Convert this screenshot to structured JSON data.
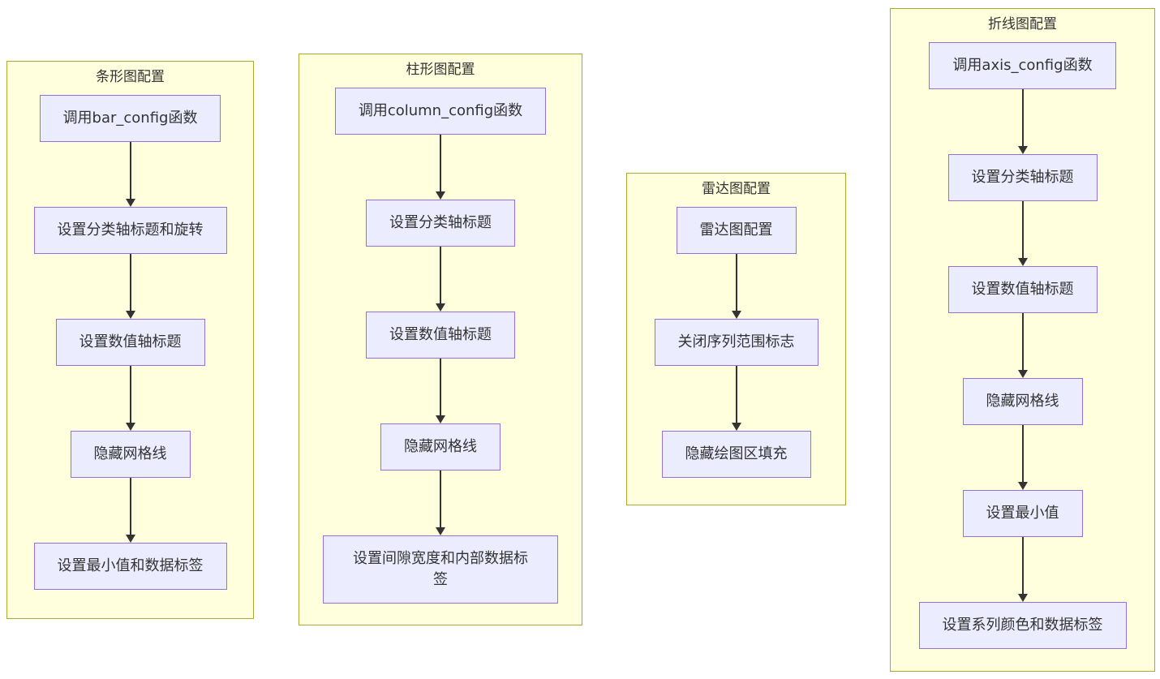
{
  "diagram": {
    "type": "flowchart",
    "direction": "top-down",
    "groups": [
      {
        "id": "bar-config",
        "title": "条形图配置",
        "nodes": [
          "调用bar_config函数",
          "设置分类轴标题和旋转",
          "设置数值轴标题",
          "隐藏网格线",
          "设置最小值和数据标签"
        ],
        "edges": [
          [
            0,
            1
          ],
          [
            1,
            2
          ],
          [
            2,
            3
          ],
          [
            3,
            4
          ]
        ]
      },
      {
        "id": "column-config",
        "title": "柱形图配置",
        "nodes": [
          "调用column_config函数",
          "设置分类轴标题",
          "设置数值轴标题",
          "隐藏网格线",
          "设置间隙宽度和内部数据标签"
        ],
        "edges": [
          [
            0,
            1
          ],
          [
            1,
            2
          ],
          [
            2,
            3
          ],
          [
            3,
            4
          ]
        ]
      },
      {
        "id": "radar-config",
        "title": "雷达图配置",
        "nodes": [
          "雷达图配置",
          "关闭序列范围标志",
          "隐藏绘图区填充"
        ],
        "edges": [
          [
            0,
            1
          ],
          [
            1,
            2
          ]
        ]
      },
      {
        "id": "line-config",
        "title": "折线图配置",
        "nodes": [
          "调用axis_config函数",
          "设置分类轴标题",
          "设置数值轴标题",
          "隐藏网格线",
          "设置最小值",
          "设置系列颜色和数据标签"
        ],
        "edges": [
          [
            0,
            1
          ],
          [
            1,
            2
          ],
          [
            2,
            3
          ],
          [
            3,
            4
          ],
          [
            4,
            5
          ]
        ]
      }
    ],
    "colors": {
      "subgraph_fill": "#ffffde",
      "subgraph_border": "#aaaa33",
      "node_fill": "#ececff",
      "node_border": "#9370db",
      "arrow": "#333333",
      "text": "#333333"
    }
  }
}
